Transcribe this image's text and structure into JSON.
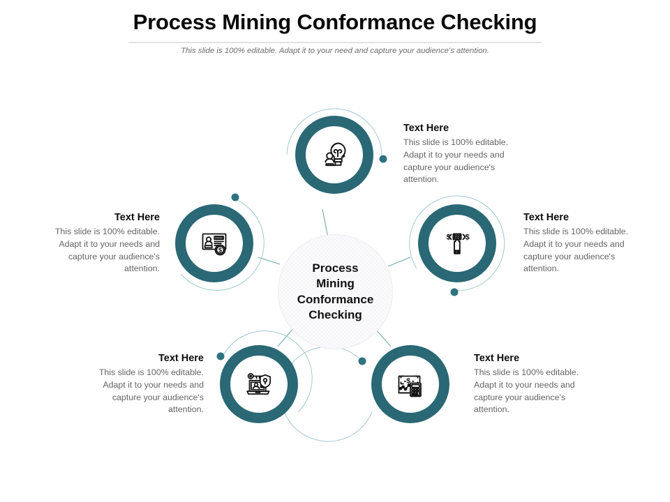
{
  "header": {
    "title": "Process Mining Conformance Checking",
    "subtitle": "This slide is 100% editable. Adapt it to your need and capture your audience's attention."
  },
  "hub": {
    "label": "Process\nMining\nConformance\nChecking"
  },
  "theme": {
    "ring_color": "#2a6875",
    "arc_color": "#7fb6bd",
    "connector_color": "#6fa9b2",
    "title_color": "#0a0a0a",
    "body_color": "#646464",
    "hub_fill": "#fbfbfd",
    "rule_color": "#e2e2e2"
  },
  "nodes": [
    {
      "id": "top",
      "icon": "lightbulb-coins-icon",
      "title": "Text Here",
      "body": "This slide is 100% editable. Adapt it to your needs and capture your audience's attention.",
      "align": "left"
    },
    {
      "id": "right",
      "icon": "hand-money-icon",
      "title": "Text Here",
      "body": "This slide is 100% editable. Adapt it to your needs and capture your audience's attention.",
      "align": "left"
    },
    {
      "id": "bottom-right",
      "icon": "chart-calculator-icon",
      "title": "Text Here",
      "body": "This slide is 100% editable. Adapt it to your needs and capture your audience's attention.",
      "align": "left"
    },
    {
      "id": "bottom-left",
      "icon": "laptop-security-icon",
      "title": "Text Here",
      "body": "This slide is 100% editable. Adapt it to your needs and capture your audience's attention.",
      "align": "right"
    },
    {
      "id": "left",
      "icon": "id-card-dollar-icon",
      "title": "Text Here",
      "body": "This slide is 100% editable. Adapt it to your needs and capture your audience's attention.",
      "align": "right"
    }
  ]
}
